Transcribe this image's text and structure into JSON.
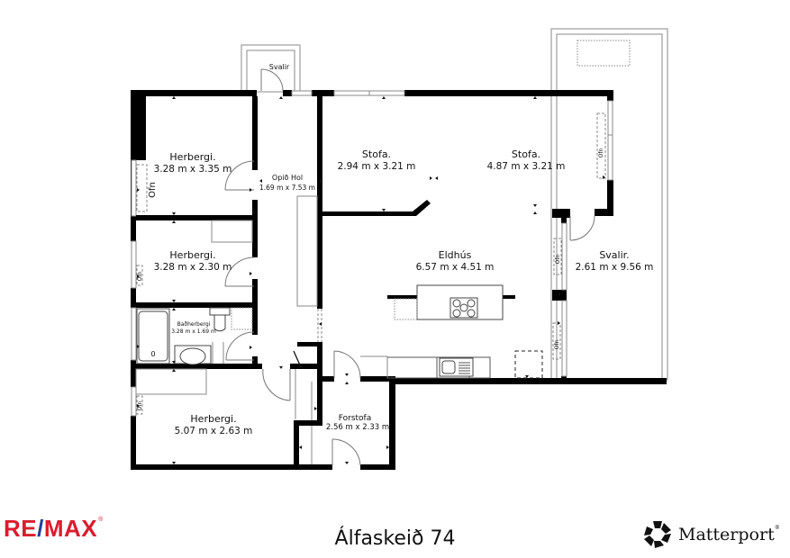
{
  "title": "Álfaskeið 74",
  "branding": {
    "left_logo": {
      "text_a": "RE",
      "text_slash": "/",
      "text_b": "MAX",
      "reg": "®",
      "primary_color": "#dc1c2e",
      "secondary_color": "#1f3f9a"
    },
    "right_logo": {
      "text": "Matterport",
      "reg": "®",
      "icon": "matterport-logo-icon"
    }
  },
  "rooms": [
    {
      "id": "herbergi-1",
      "name": "Herbergi.",
      "dims": "3.28 m x 3.35 m"
    },
    {
      "id": "herbergi-2",
      "name": "Herbergi.",
      "dims": "3.28 m x 2.30 m"
    },
    {
      "id": "badherbergi",
      "name": "Baðherbergi",
      "dims": "3.28 m x 1.69 m"
    },
    {
      "id": "herbergi-3",
      "name": "Herbergi.",
      "dims": "5.07 m x 2.63 m"
    },
    {
      "id": "opid-hol",
      "name": "Opið Hol",
      "dims": "1.69 m x 7.53 m"
    },
    {
      "id": "stofa-1",
      "name": "Stofa.",
      "dims": "2.94 m x 3.21 m"
    },
    {
      "id": "stofa-2",
      "name": "Stofa.",
      "dims": "4.87 m x 3.21 m"
    },
    {
      "id": "eldhus",
      "name": "Eldhús",
      "dims": "6.57 m x 4.51 m"
    },
    {
      "id": "forstofa",
      "name": "Forstofa",
      "dims": "2.56 m x 2.33 m"
    },
    {
      "id": "svalir-large",
      "name": "Svalir.",
      "dims": "2.61 m x 9.56 m"
    },
    {
      "id": "svalir-small",
      "name": "Svalir",
      "dims": ""
    }
  ],
  "fixture_labels": {
    "radiator": "Ofn",
    "tub_drain": "0"
  }
}
